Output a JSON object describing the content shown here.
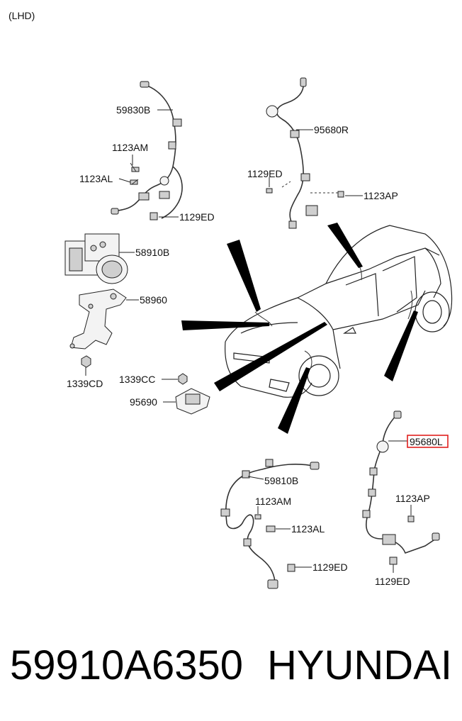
{
  "header": {
    "variant": "(LHD)"
  },
  "labels": {
    "l59830B": "59830B",
    "l1123AM_top": "1123AM",
    "l1123AL_top": "1123AL",
    "l1129ED_top": "1129ED",
    "l95680R": "95680R",
    "l1129ED_right": "1129ED",
    "l1123AP_top": "1123AP",
    "l58910B": "58910B",
    "l58960": "58960",
    "l1339CD": "1339CD",
    "l1339CC": "1339CC",
    "l95690": "95690",
    "l59810B": "59810B",
    "l1123AM_bottom": "1123AM",
    "l1123AL_bottom": "1123AL",
    "l1129ED_bottom": "1129ED",
    "l95680L": "95680L",
    "l1123AP_bottom": "1123AP",
    "l1129ED_bottom_right": "1129ED"
  },
  "highlight": {
    "color": "#e0201e"
  },
  "footer": {
    "part_number": "59910A6350",
    "brand": "HYUNDAI"
  }
}
